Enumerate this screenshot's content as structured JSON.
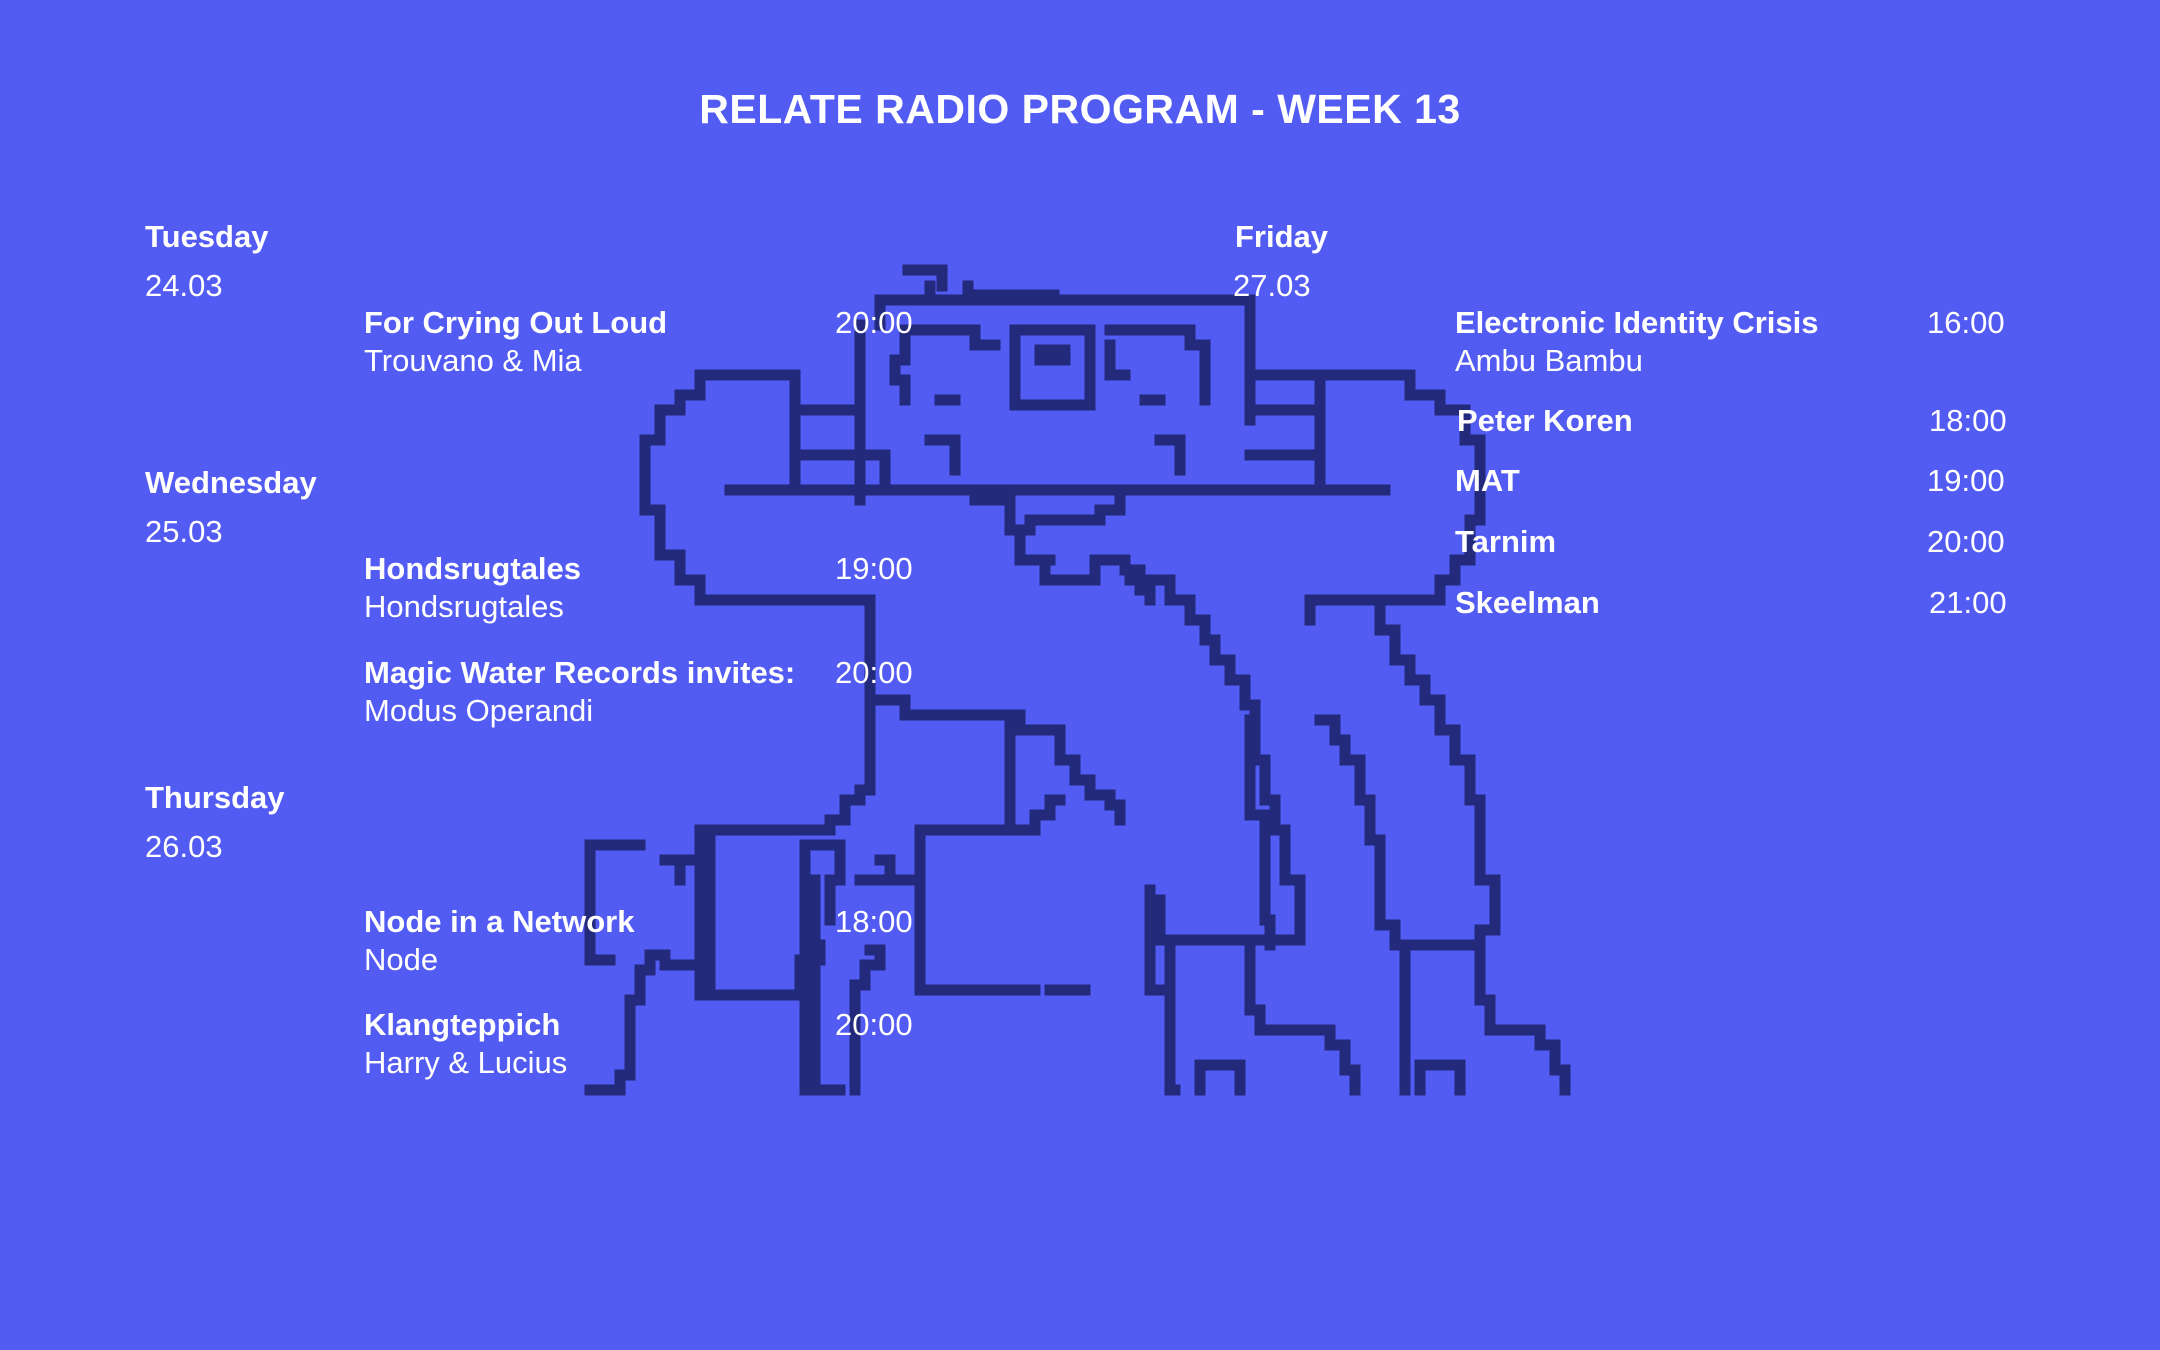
{
  "title": "RELATE RADIO PROGRAM - WEEK 13",
  "colors": {
    "background": "#525bf2",
    "text": "#ffffff",
    "illustration": "#232a7c"
  },
  "illustration": "pixel-cat-mascot-with-headphones",
  "days": [
    {
      "day": "Tuesday",
      "date": "24.03",
      "shows": [
        {
          "name": "For Crying Out Loud",
          "host": "Trouvano & Mia",
          "time": "20:00"
        }
      ]
    },
    {
      "day": "Wednesday",
      "date": "25.03",
      "shows": [
        {
          "name": "Hondsrugtales",
          "host": "Hondsrugtales",
          "time": "19:00"
        },
        {
          "name": "Magic Water Records invites:",
          "host": "Modus Operandi",
          "time": "20:00"
        }
      ]
    },
    {
      "day": "Thursday",
      "date": "26.03",
      "shows": [
        {
          "name": "Node in a Network",
          "host": "Node",
          "time": "18:00"
        },
        {
          "name": "Klangteppich",
          "host": "Harry & Lucius",
          "time": "20:00"
        }
      ]
    },
    {
      "day": "Friday",
      "date": "27.03",
      "shows": [
        {
          "name": "Electronic Identity Crisis",
          "host": "Ambu Bambu",
          "time": "16:00"
        },
        {
          "name": "Peter Koren",
          "host": "",
          "time": "18:00"
        },
        {
          "name": "MAT",
          "host": "",
          "time": "19:00"
        },
        {
          "name": "Tarnim",
          "host": "",
          "time": "20:00"
        },
        {
          "name": "Skeelman",
          "host": "",
          "time": "21:00"
        }
      ]
    }
  ]
}
